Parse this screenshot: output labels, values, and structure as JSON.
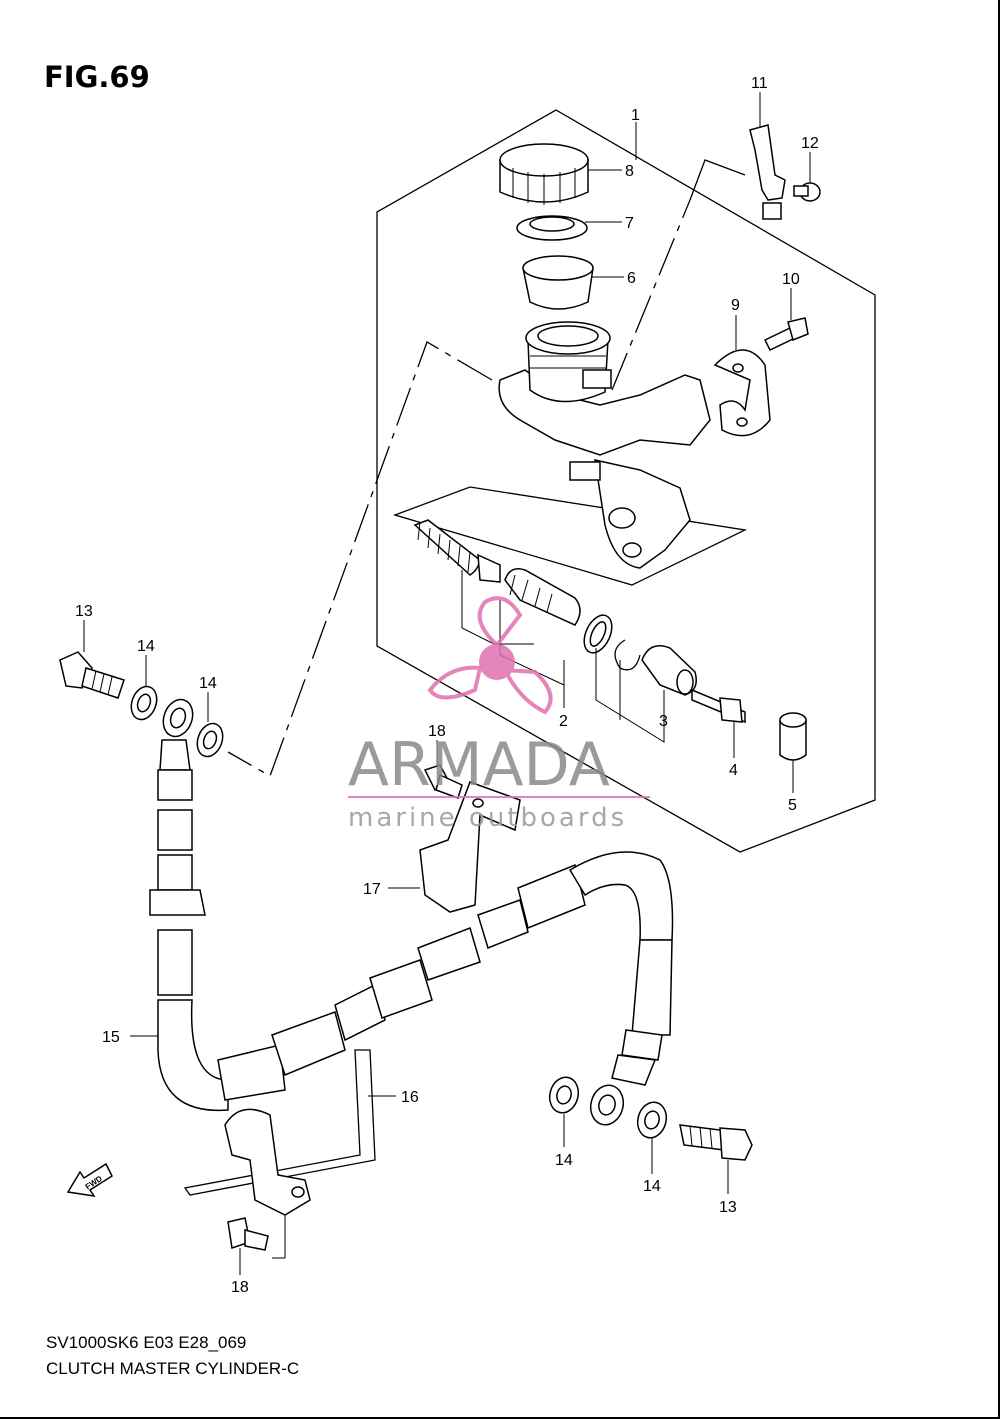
{
  "figure": {
    "title": "FIG.69",
    "code": "SV1000SK6 E03 E28_069",
    "caption": "CLUTCH MASTER CYLINDER-C"
  },
  "watermark": {
    "brand": "ARMADA",
    "tagline": "marine outboards",
    "accent_color": "#e070b0",
    "text_color": "#8a8a8a"
  },
  "direction_marker": {
    "label": "FWD",
    "icon": "fwd-arrow-icon"
  },
  "callouts": [
    "1",
    "2",
    "3",
    "4",
    "5",
    "6",
    "7",
    "8",
    "9",
    "10",
    "11",
    "12",
    "13",
    "13",
    "14",
    "14",
    "14",
    "14",
    "15",
    "16",
    "17",
    "18",
    "18"
  ]
}
